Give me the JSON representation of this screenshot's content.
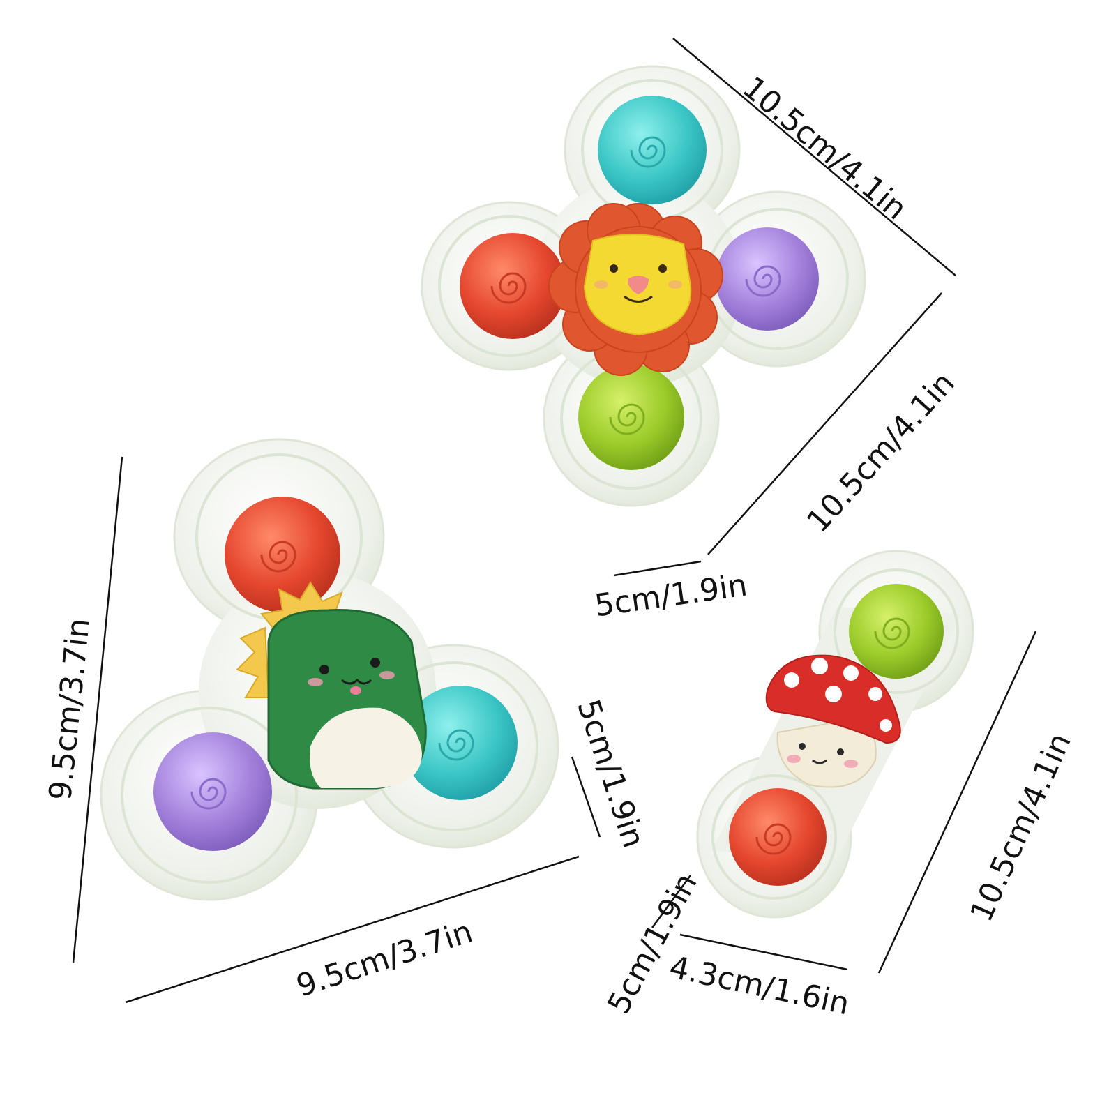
{
  "colors": {
    "background": "#ffffff",
    "spinner_body": "#eef1ea",
    "spinner_rim": "#f8f9f4",
    "button_teal": "#3cc7c6",
    "button_red": "#e5472e",
    "button_purple": "#a482dc",
    "button_green": "#9bcb2a",
    "lion_mane": "#e0562e",
    "lion_face": "#f3d932",
    "dino_green": "#2e8b46",
    "dino_crest": "#f2c94c",
    "mushroom_cap": "#d92e28",
    "mushroom_face": "#f3ecd8",
    "dimension_line": "#111111"
  },
  "toys": [
    {
      "character": "lion",
      "buttons": [
        "teal",
        "purple",
        "green",
        "red"
      ]
    },
    {
      "character": "dinosaur",
      "buttons": [
        "red",
        "teal",
        "purple"
      ]
    },
    {
      "character": "mushroom",
      "buttons": [
        "green",
        "red"
      ]
    }
  ],
  "dimensions": {
    "lion_top_edge": "10.5cm/4.1in",
    "lion_right_edge": "10.5cm/4.1in",
    "lion_thickness": "5cm/1.9in",
    "dino_left_height": "9.5cm/3.7in",
    "dino_bottom_width": "9.5cm/3.7in",
    "dino_thickness": "5cm/1.9in",
    "mushroom_height": "10.5cm/4.1in",
    "mushroom_width": "4.3cm/1.6in",
    "mushroom_thickness": "5cm/1.9in"
  }
}
